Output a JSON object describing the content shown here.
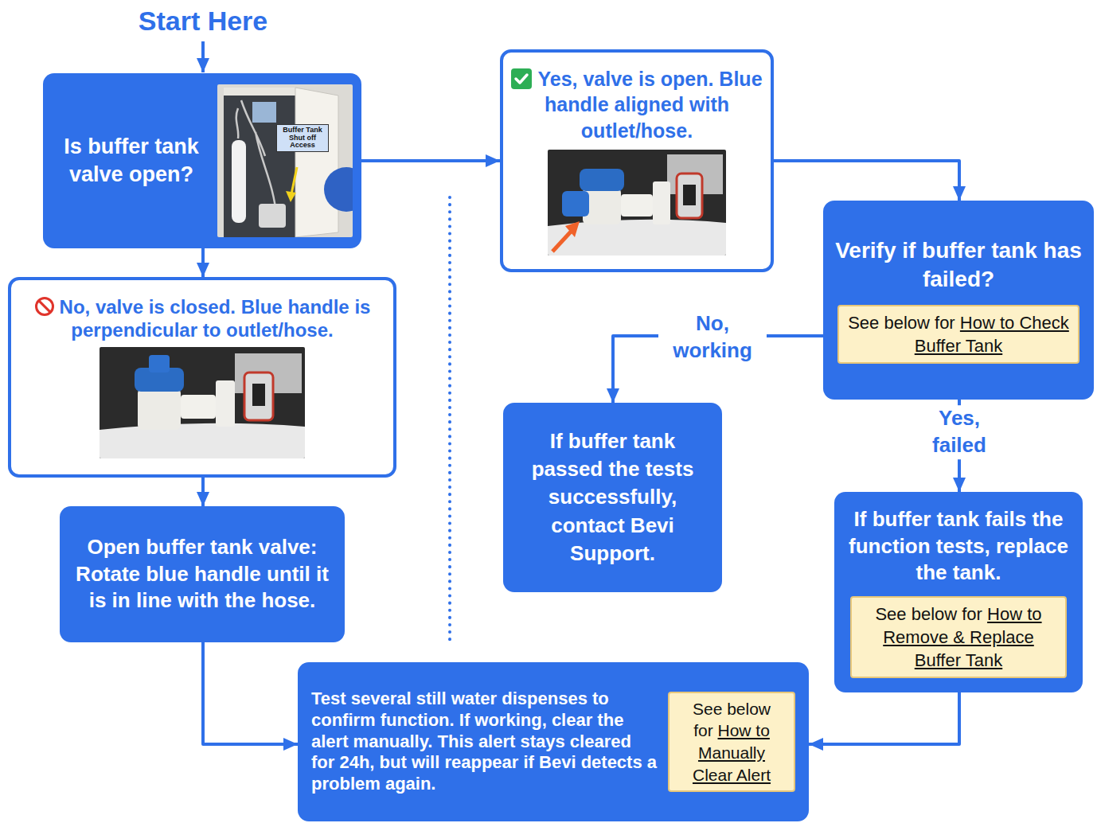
{
  "diagram": {
    "title": "Start Here",
    "nodes": [
      {
        "text": [
          "Is buffer tank valve open?"
        ]
      },
      {
        "text": [
          "Yes, valve is open. Blue handle aligned with outlet/hose."
        ]
      },
      {
        "text": [
          "No, valve is closed. Blue handle is perpendicular to outlet/hose."
        ]
      },
      {
        "text": [
          "Open buffer tank valve: Rotate blue handle until it is in line with the hose."
        ]
      },
      {
        "text": [
          "Verify if buffer tank has failed?"
        ]
      },
      {
        "text": [
          "See below for",
          "How to Check Buffer Tank"
        ],
        "in": 4
      },
      {
        "text": [
          "If buffer tank passed the tests successfully, contact Bevi Support."
        ]
      },
      {
        "text": [
          "If buffer tank fails the function tests, replace the tank."
        ]
      },
      {
        "text": [
          "See below for",
          "How to Remove & Replace Buffer Tank"
        ],
        "in": 7
      },
      {
        "text": [
          "Test several still water dispenses to confirm function. If working, clear the alert manually. This alert stays cleared for 24h, but will reappear if Bevi detects a problem again."
        ]
      },
      {
        "text": [
          "See below for",
          "How to Manually Clear Alert"
        ],
        "in": 9
      }
    ],
    "edges": [
      {
        "from": 0,
        "to": 1,
        "arrow": "to"
      },
      {
        "from": 0,
        "to": 2,
        "arrow": "to"
      },
      {
        "from": 1,
        "to": 4,
        "arrow": "to"
      },
      {
        "from": 2,
        "to": 3,
        "arrow": "to"
      },
      {
        "from": 4,
        "to": 6,
        "label": "No, working",
        "arrow": "to"
      },
      {
        "from": 4,
        "to": 7,
        "label": "Yes, failed",
        "arrow": "to"
      },
      {
        "from": 3,
        "to": 9,
        "arrow": "to"
      },
      {
        "from": 7,
        "to": 9,
        "arrow": "to"
      }
    ],
    "labels": [
      "Buffer Tank Shut off Access"
    ]
  }
}
